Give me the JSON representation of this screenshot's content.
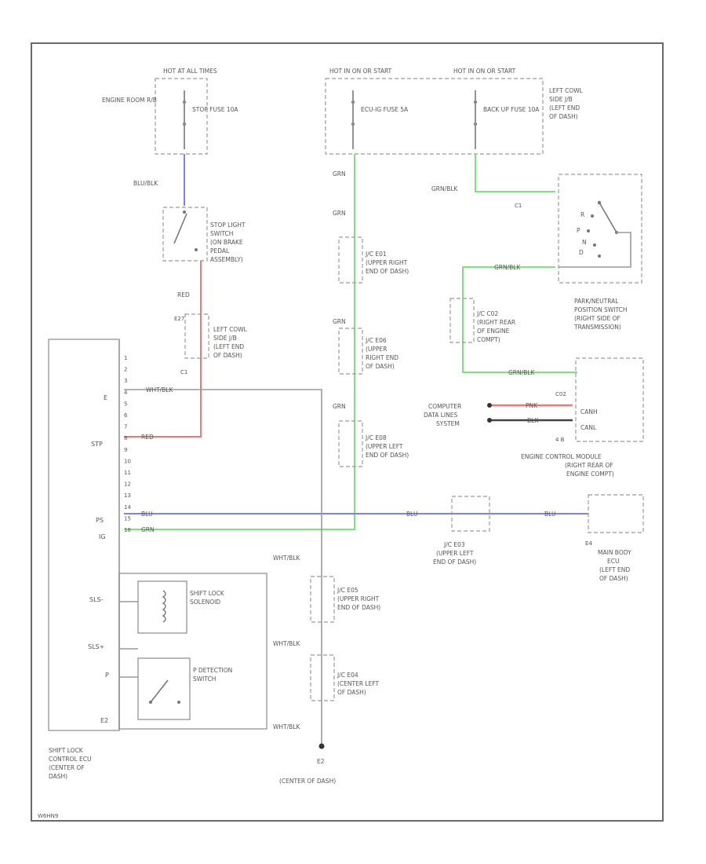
{
  "colors": {
    "wire_blue": "#8080ee",
    "wire_green": "#7ee07e",
    "wire_red": "#f07878",
    "wire_gray": "#9a9a9a",
    "wire_black": "#444444"
  },
  "power": {
    "hot_at_all_times": "HOT AT ALL TIMES",
    "engine_room_rb": "ENGINE ROOM R/B",
    "stop_fuse": "STOP FUSE 10A",
    "hot_in_on_ecu": "HOT IN ON OR START",
    "ecu_ig_fuse": "ECU-IG FUSE 5A",
    "hot_in_on_backup": "HOT IN ON OR START",
    "backup_fuse": "BACK UP FUSE 10A",
    "left_cowl_top": [
      "LEFT COWL",
      "SIDE J/B",
      "(LEFT END",
      "OF DASH)"
    ]
  },
  "wires": {
    "blu_blk": "BLU/BLK",
    "red": "RED",
    "grn": "GRN",
    "red_short": "RED",
    "grn_blk": "GRN/BLK",
    "wht_blk": "WHT/BLK",
    "blu": "BLU",
    "pnk": "PNK",
    "blk": "BLK"
  },
  "components": {
    "stop_light_switch": [
      "STOP LIGHT",
      "SWITCH",
      "(ON BRAKE",
      "PEDAL",
      "ASSEMBLY)"
    ],
    "left_cowl_mid": [
      "LEFT COWL",
      "SIDE J/B",
      "(LEFT END",
      "OF DASH)"
    ],
    "jc_e01": [
      "J/C E01",
      "(UPPER RIGHT",
      "END OF DASH)"
    ],
    "jc_e06": [
      "J/C E06",
      "(UPPER",
      "RIGHT END",
      "OF DASH)"
    ],
    "jc_e08": [
      "J/C E08",
      "(UPPER LEFT",
      "END OF DASH)"
    ],
    "jc_c02": [
      "J/C C02",
      "(RIGHT REAR",
      "OF ENGINE",
      "COMPT)"
    ],
    "park_neutral_switch": [
      "PARK/NEUTRAL",
      "POSITION SWITCH",
      "(RIGHT SIDE OF",
      "TRANSMISSION)"
    ],
    "pn_positions": [
      "R",
      "P",
      "N",
      "D"
    ],
    "computer_data_lines": [
      "COMPUTER",
      "DATA LINES",
      "SYSTEM"
    ],
    "ecm_pins": [
      "CANH",
      "CANL"
    ],
    "ecm": [
      "ENGINE CONTROL MODULE",
      "(RIGHT REAR OF",
      "ENGINE COMPT)"
    ],
    "jc_e03": [
      "J/C E03",
      "(UPPER LEFT",
      "END OF DASH)"
    ],
    "main_body_ecu": [
      "MAIN BODY",
      "ECU",
      "(LEFT END",
      "OF DASH)"
    ],
    "jc_e05": [
      "J/C E05",
      "(UPPER RIGHT",
      "END OF DASH)"
    ],
    "jc_e04": [
      "J/C E04",
      "(CENTER LEFT",
      "OF DASH)"
    ],
    "shift_lock_solenoid": [
      "SHIFT LOCK",
      "SOLENOID"
    ],
    "p_detection_switch": [
      "P DETECTION",
      "SWITCH"
    ],
    "shift_lock_ecu": [
      "SHIFT LOCK",
      "CONTROL ECU",
      "(CENTER OF",
      "DASH)"
    ],
    "ground": [
      "E2",
      "(CENTER OF DASH)"
    ]
  },
  "ecu_pins": {
    "E": "E",
    "STP": "STP",
    "PS": "PS",
    "IG": "IG",
    "SLS_minus": "SLS-",
    "SLS_plus": "SLS+",
    "P": "P",
    "E2": "E2",
    "pin_numbers": [
      "1",
      "2",
      "3",
      "4",
      "5",
      "6",
      "7",
      "8",
      "9",
      "10",
      "11",
      "12",
      "13",
      "14",
      "15",
      "16"
    ]
  },
  "connectors": {
    "c1": "C1",
    "e27": "E27",
    "e4": "E4",
    "c1b": "C1",
    "four_b": "4 B",
    "c02": "C02",
    "e2": "E2"
  },
  "footer_code": "W6HN9"
}
